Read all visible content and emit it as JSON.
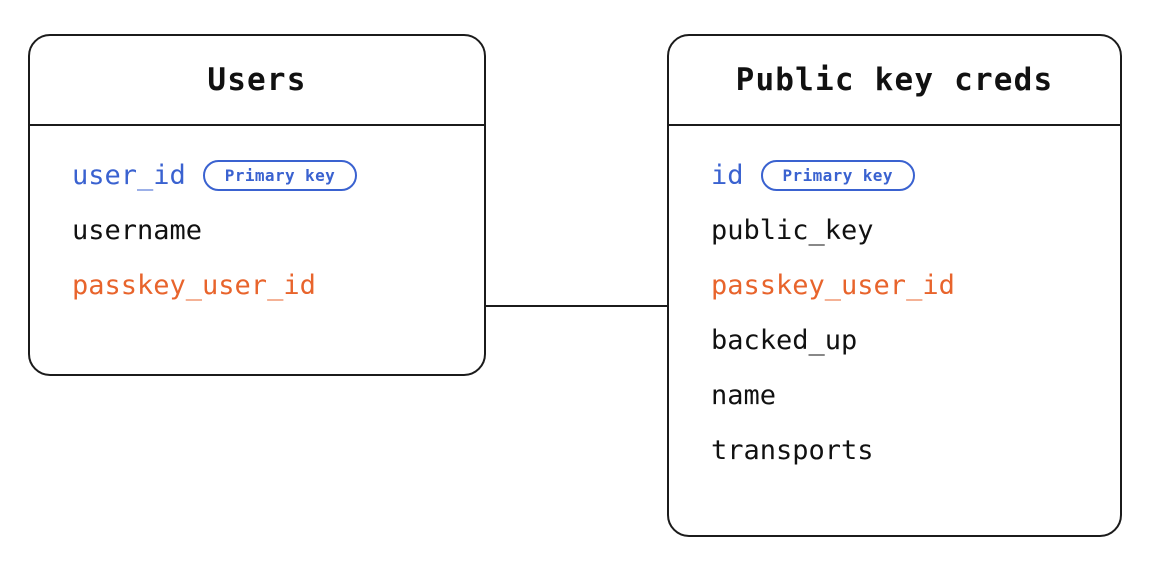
{
  "diagram": {
    "type": "entity-relationship-diagram",
    "background_color": "#ffffff",
    "colors": {
      "border": "#1b1b1b",
      "text": "#111111",
      "primary_key": "#3a62d0",
      "foreign_key": "#e8642c"
    },
    "entities": [
      {
        "id": "users",
        "title": "Users",
        "fields": [
          {
            "name": "user_id",
            "role": "pk",
            "badge": "Primary key"
          },
          {
            "name": "username",
            "role": "plain",
            "badge": null
          },
          {
            "name": "passkey_user_id",
            "role": "fk",
            "badge": null
          }
        ]
      },
      {
        "id": "public_key_creds",
        "title": "Public key creds",
        "fields": [
          {
            "name": "id",
            "role": "pk",
            "badge": "Primary key"
          },
          {
            "name": "public_key",
            "role": "plain",
            "badge": null
          },
          {
            "name": "passkey_user_id",
            "role": "fk",
            "badge": null
          },
          {
            "name": "backed_up",
            "role": "plain",
            "badge": null
          },
          {
            "name": "name",
            "role": "plain",
            "badge": null
          },
          {
            "name": "transports",
            "role": "plain",
            "badge": null
          }
        ]
      }
    ],
    "relationships": [
      {
        "from_entity": "users",
        "from_field": "passkey_user_id",
        "to_entity": "public_key_creds",
        "to_field": "passkey_user_id",
        "style": "straight-line"
      }
    ]
  }
}
